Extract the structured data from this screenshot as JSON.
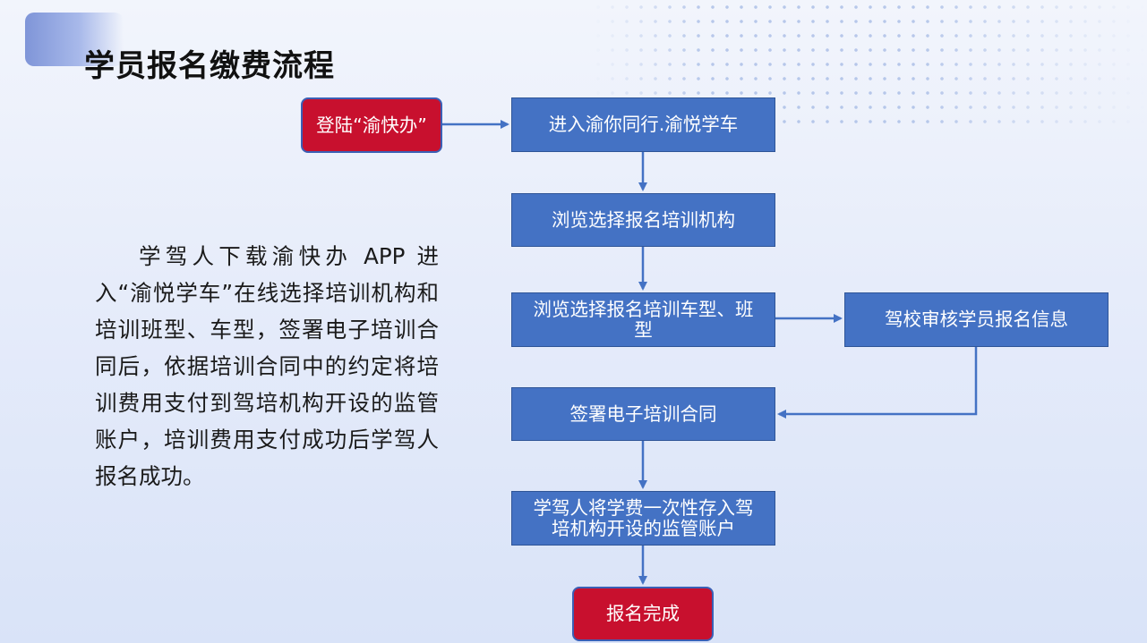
{
  "title": "学员报名缴费流程",
  "intro": "学驾人下载渝快办 APP 进入“渝悦学车”在线选择培训机构和培训班型、车型，签署电子培训合同后，依据培训合同中的约定将培训费用支付到驾培机构开设的监管账户，培训费用支付成功后学驾人报名成功。",
  "flow": {
    "start": "登陆“渝快办”",
    "step1": "进入渝你同行.渝悦学车",
    "step2": "浏览选择报名培训机构",
    "step3": "浏览选择报名培训车型、班型",
    "review": "驾校审核学员报名信息",
    "step4": "签署电子培训合同",
    "step5": "学驾人将学费一次性存入驾培机构开设的监管账户",
    "end": "报名完成"
  },
  "colors": {
    "box_blue": "#4472c4",
    "box_red": "#c8102e",
    "arrow": "#4472c4"
  }
}
